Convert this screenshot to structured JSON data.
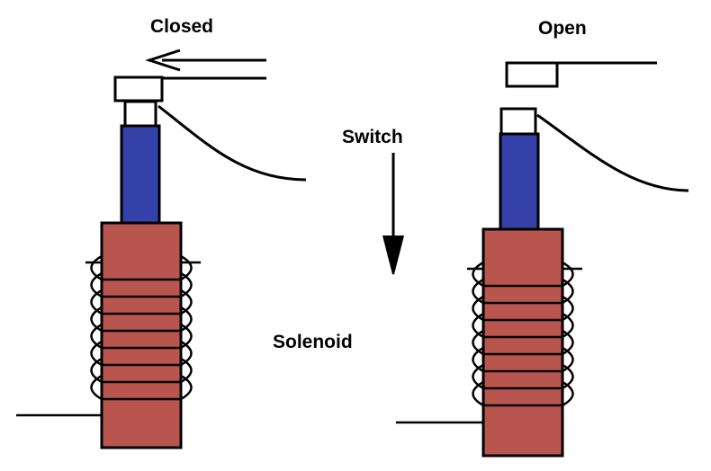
{
  "labels": {
    "closed": "Closed",
    "open": "Open",
    "switch": "Switch",
    "solenoid": "Solenoid"
  },
  "colors": {
    "coil_body": "#b9554f",
    "plunger": "#3341a8",
    "contact_cap": "#ffffff",
    "stroke": "#000000"
  },
  "icons": {
    "motion_arrow_closed": "arrow-left-icon",
    "switch_direction": "arrow-down-icon"
  }
}
